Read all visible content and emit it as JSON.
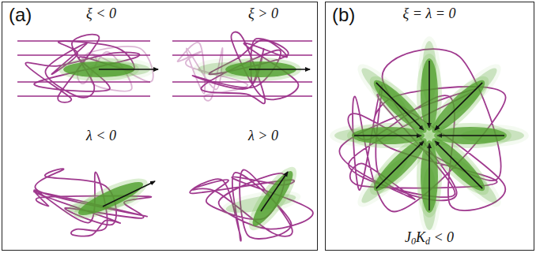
{
  "diagram": {
    "nodes": [
      {
        "text": [
          "(a)"
        ]
      },
      {
        "text": [
          "(b)"
        ]
      }
    ],
    "labels": [
      "ξ < 0",
      "ξ > 0",
      "λ < 0",
      "λ > 0",
      "ξ = λ = 0",
      "J0Kd < 0"
    ]
  }
}
